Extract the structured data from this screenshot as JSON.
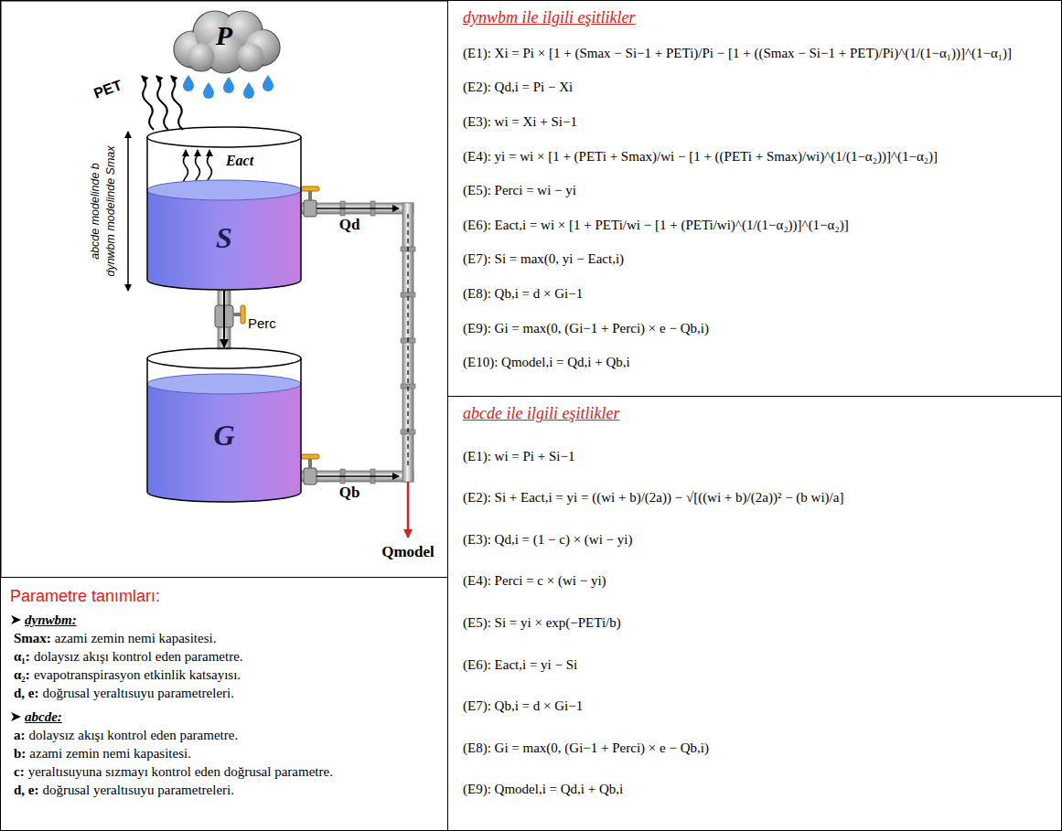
{
  "diagram": {
    "nodes": [
      {
        "text": [
          "P"
        ]
      },
      {
        "text": [
          "S"
        ]
      },
      {
        "text": [
          "G"
        ]
      },
      {
        "text": [
          "Parametre tanımları:",
          "dynwbm:",
          "Smax:",
          "azami zemin nemi kapasitesi.",
          "α₁:",
          "dolaysız akışı kontrol eden parametre.",
          "α₂:",
          "evapotranspirasyon etkinlik katsayısı.",
          "d, e:",
          "doğrusal yeraltısuyu parametreleri.",
          "abcde:",
          "a:",
          "dolaysız akışı kontrol eden parametre.",
          "b:",
          "azami zemin nemi kapasitesi.",
          "c:",
          "yeraltısuyuna sızmayı kontrol eden doğrusal parametre.",
          "d, e:",
          "doğrusal yeraltısuyu parametreleri."
        ]
      },
      {
        "text": [
          "dynwbm ile ilgili eşitlikler",
          "(E1): Xi = Pi × [1 + (Smax − Si−1 + PETi)/Pi − [1 + ((Smax − Si−1 + PET)/Pi)^(1/(1−α₁))]^(1−α₁)]",
          "(E2): Qd,i = Pi − Xi",
          "(E3): wi = Xi + Si−1",
          "(E4): yi = wi × [1 + (PETi + Smax)/wi − [1 + ((PETi + Smax)/wi)^(1/(1−α₂))]^(1−α₂)]",
          "(E5): Perci = wi − yi",
          "(E6): Eact,i = wi × [1 + PETi/wi − [1 + (PETi/wi)^(1/(1−α₂))]^(1−α₂)]",
          "(E7): Si = max(0, yi − Eact,i)",
          "(E8): Qb,i = d × Gi−1",
          "(E9): Gi = max(0, (Gi−1 + Perci) × e − Qb,i)",
          "(E10): Qmodel,i = Qd,i + Qb,i"
        ]
      },
      {
        "text": [
          "abcde ile ilgili eşitlikler",
          "(E1): wi = Pi + Si−1",
          "(E2): Si + Eact,i = yi = ((wi + b)/(2a)) − √[((wi + b)/(2a))² − (b wi)/a]",
          "(E3): Qd,i = (1 − c) × (wi − yi)",
          "(E4): Perci = c × (wi − yi)",
          "(E5): Si = yi × exp(−PETi/b)",
          "(E6): Eact,i = yi − Si",
          "(E7): Qb,i = d × Gi−1",
          "(E8): Gi = max(0, (Gi−1 + Perci) × e − Qb,i)",
          "(E9): Qmodel,i = Qd,i + Qb,i"
        ]
      }
    ],
    "edges": [
      {
        "from": 1,
        "to": 2,
        "arrow": "to",
        "label": "Perc"
      }
    ],
    "labels": [
      "PET",
      "Eact",
      "Qd",
      "Qb",
      "Qmodel",
      "abcde modelinde b",
      "dynwbm modelinde Smax"
    ]
  }
}
